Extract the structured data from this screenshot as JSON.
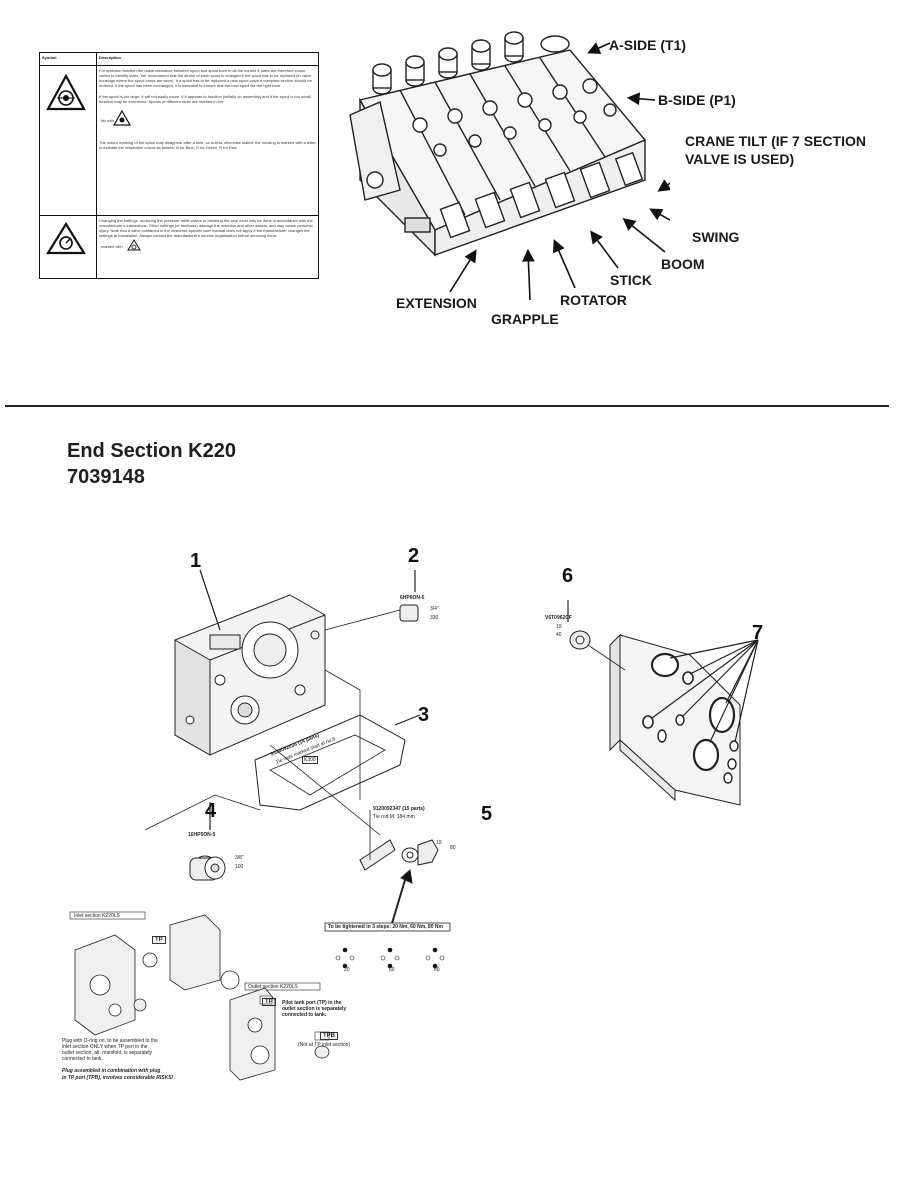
{
  "symbol_table": {
    "col_symbol": "Symbol",
    "col_description": "Description",
    "row1_text": "For optimum function the radial clearance between spool and spool bore in all the correct if parts are therefore colour coded to identify sizes. We recommend that the stroke of each spool is changed if the spool has to be replaced (in valve housings where the spool bores are worn). If a spool has to be replaced a new spool valve a complete section should be ordered. If the spool has been exchanged, it is essential to ensure that the new spool fits the right bore.",
    "row1_text2": "If the spool is too large, it will not easily move. If it appears to function (initially on assembly) and if the spool is too small, function may be erroneous. Spools of different sizes are marked in the",
    "row1_marked": "list with",
    "row1_text3": "The colour marking of the spool may disappear after a time, so unless otherwise stated, the housing is marked with a letter to indicate the respective colour as follows: B for Blue, G for Green, R for Red.",
    "row2_text": "Changing the settings, replacing the pressure relief valves or breaking the seal must only be done in accordance with the manufacturer's instructions. Other settings (or methods) damage the machine and other assets, and may cause personal injury. Note that a valve contained in the customer-specific user manual does not apply if the manufacturer changes the settings at installation. Always contact the manufacturer's service organisation before servicing them.",
    "row2_marked": "marked with"
  },
  "valve_labels": {
    "a_side": "A-SIDE (T1)",
    "b_side": "B-SIDE (P1)",
    "crane_tilt_1": "CRANE TILT (IF 7 SECTION",
    "crane_tilt_2": "VALVE IS USED)",
    "swing": "SWING",
    "boom": "BOOM",
    "stick": "STICK",
    "rotator": "ROTATOR",
    "grapple": "GRAPPLE",
    "extension": "EXTENSION"
  },
  "section": {
    "title": "End Section K220",
    "part_number": "7039148"
  },
  "callouts": {
    "c1": "1",
    "c2": "2",
    "c3": "3",
    "c4": "4",
    "c5": "5",
    "c6": "6",
    "c7": "7"
  },
  "parts": {
    "p2_code": "6HP6ON-5",
    "p2_torque_a": "3/4\"",
    "p2_torque_b": "330",
    "p4_code": "16HP5ON-5",
    "p4_torque_a": "3/8\"",
    "p4_torque_b": "100",
    "p6_code": "V6T0962CF",
    "p6_torque_a": "19",
    "p6_torque_b": "40",
    "p5_code": "9120092347 (15 parts)",
    "p5_note": "Tie rod M, 184 mm",
    "p5_torque_a": "19",
    "p5_torque_b": "80",
    "diag_code": "9120092035 (14 parts)",
    "diag_note": "Tie rods marked start at no.6",
    "diag_box": "K300",
    "tighten_title": "To be tightened in 3 steps: 20 Nm, 60 Nm, 80 Nm",
    "step1": "20",
    "step2": "60",
    "step3": "80",
    "inlet_label": "Inlet section K220LS",
    "outlet_label": "Outlet section K220LS",
    "tp_tag": "TP",
    "tp_text_1": "Pilot tank port (TP) in the",
    "tp_text_2": "outlet section is separately",
    "tp_text_3": "connected to tank.",
    "tpb_tag": "TPB",
    "tpb_text": "(Not at TP inlet section)",
    "plug_text_1": "Plug with O-ring on, to be assembled to the",
    "plug_text_2": "inlet section ONLY when TP port in the",
    "plug_text_3": "outlet section, alt. manifold, is separately",
    "plug_text_4": "connected to tank.",
    "warn_text_1": "Plug assembled in combination with plug",
    "warn_text_2": "in TP port (TPB), involves considerable RISKS!"
  }
}
